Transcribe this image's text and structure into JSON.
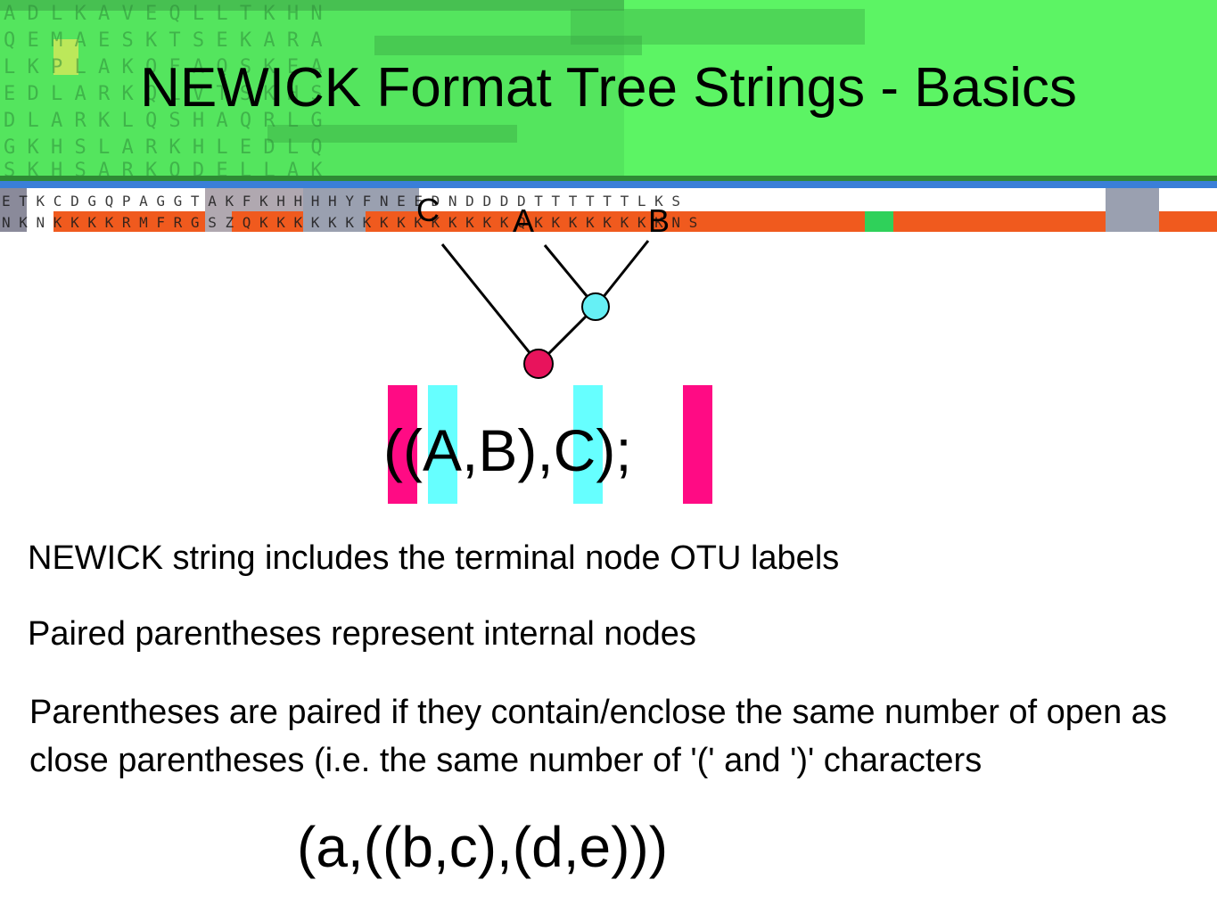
{
  "slide": {
    "title": "NEWICK Format Tree Strings - Basics"
  },
  "tree": {
    "leaves": [
      "C",
      "A",
      "B"
    ],
    "root_node_color": "#e8135c",
    "internal_node_color": "#66f0f5"
  },
  "newick_main": "((A,B),C);",
  "bullets": [
    "NEWICK string includes the terminal node OTU labels",
    "Paired parentheses represent internal nodes",
    "Parentheses are paired if they contain/enclose the same number of open as close parentheses (i.e. the same number of '(' and ')' characters"
  ],
  "newick_example": "(a,((b,c),(d,e)))",
  "colors": {
    "header_green": "#5cf464",
    "pair_outer": "#ff0b84",
    "pair_inner": "#66ffff",
    "sequence_orange": "#f05a1e"
  }
}
